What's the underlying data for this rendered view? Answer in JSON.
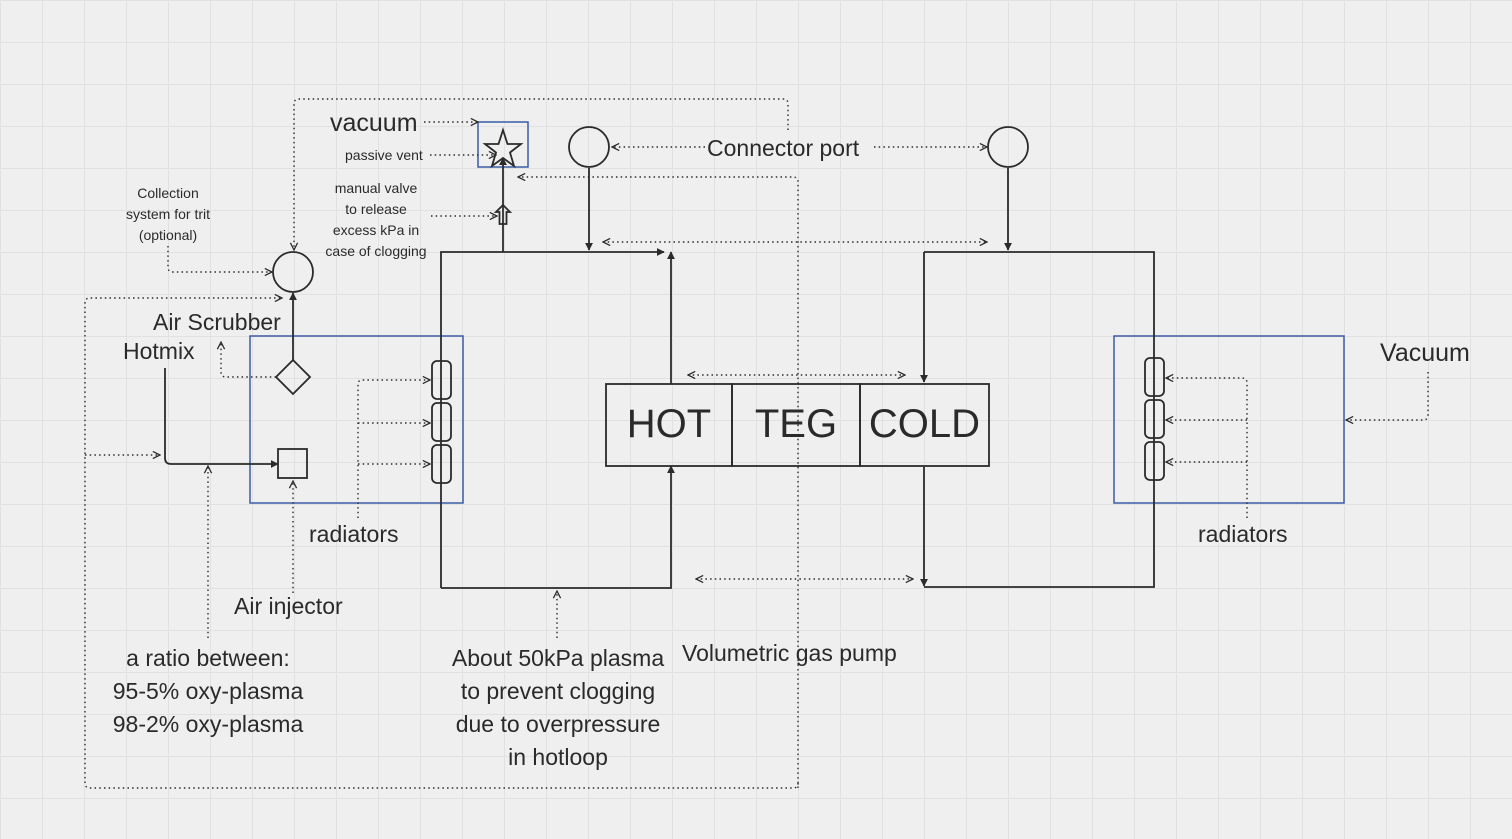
{
  "labels": {
    "vacuum_top": "vacuum",
    "passive_vent": "passive vent",
    "manual_valve": [
      "manual valve",
      "to release",
      "excess kPa in",
      "case of clogging"
    ],
    "collection": [
      "Collection",
      "system for trit",
      "(optional)"
    ],
    "connector_port": "Connector port",
    "air_scrubber": "Air Scrubber",
    "hotmix": "Hotmix",
    "hot": "HOT",
    "teg": "TEG",
    "cold": "COLD",
    "vacuum_right": "Vacuum",
    "radiators_left": "radiators",
    "radiators_right": "radiators",
    "air_injector": "Air injector",
    "ratio": [
      "a ratio between:",
      "95-5% oxy-plasma",
      "98-2% oxy-plasma"
    ],
    "plasma_note": [
      "About 50kPa plasma",
      "to prevent clogging",
      "due to overpressure",
      "in hotloop"
    ],
    "gas_pump": "Volumetric gas pump"
  },
  "colors": {
    "line": "#2b2b2b",
    "enclosure": "#3b5ca6",
    "background": "#efefef",
    "grid": "#e1e1e1"
  }
}
